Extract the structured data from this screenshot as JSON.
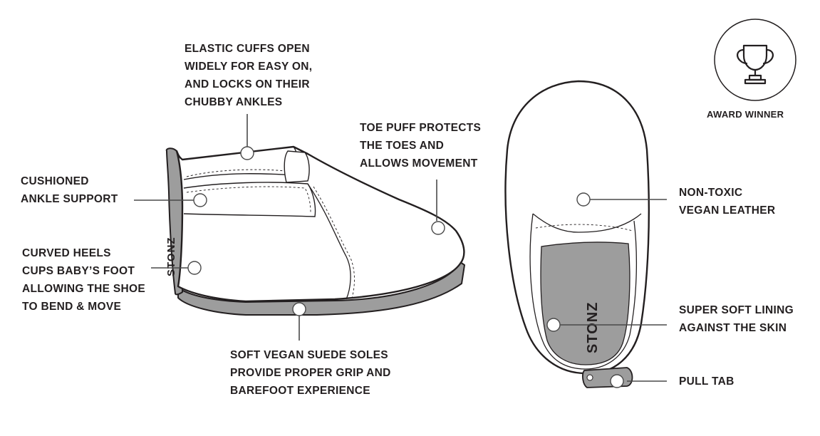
{
  "brand": {
    "logo_text": "STONZ",
    "ink_color": "#231f20",
    "gray_color": "#9d9d9d",
    "light_gray_color": "#bdbdbd"
  },
  "award": {
    "icon": "trophy-icon",
    "label": "AWARD WINNER"
  },
  "callouts": {
    "elastic_cuffs": [
      "ELASTIC CUFFS OPEN",
      "WIDELY FOR EASY ON,",
      "AND LOCKS ON THEIR",
      "CHUBBY ANKLES"
    ],
    "toe_puff": [
      "TOE PUFF PROTECTS",
      "THE TOES AND",
      "ALLOWS MOVEMENT"
    ],
    "ankle_support": [
      "CUSHIONED",
      "ANKLE SUPPORT"
    ],
    "curved_heels": [
      "CURVED HEELS",
      "CUPS BABY’S FOOT",
      "ALLOWING THE SHOE",
      "TO BEND & MOVE"
    ],
    "suede_soles": [
      "SOFT VEGAN SUEDE SOLES",
      "PROVIDE PROPER GRIP AND",
      "BAREFOOT EXPERIENCE"
    ],
    "vegan_leather": [
      "NON-TOXIC",
      "VEGAN LEATHER"
    ],
    "soft_lining": [
      "SUPER SOFT LINING",
      "AGAINST THE SKIN"
    ],
    "pull_tab": [
      "PULL TAB"
    ]
  }
}
